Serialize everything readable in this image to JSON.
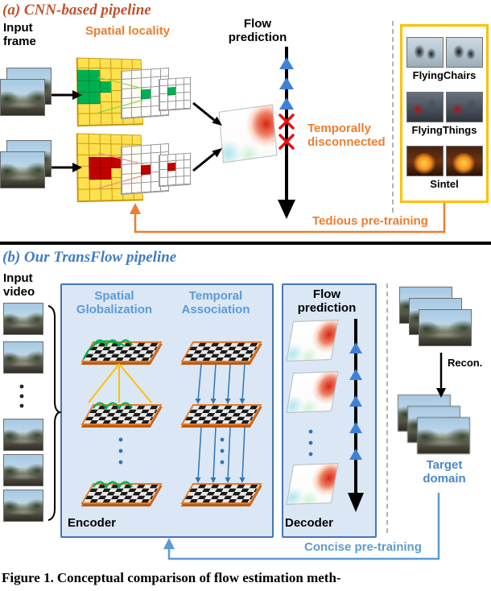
{
  "panel_a": {
    "title": "(a) CNN-based pipeline",
    "input_label": "Input frame",
    "spatial_locality_label": "Spatial locality",
    "flow_prediction_label": "Flow prediction",
    "temporally_disconnected_label": "Temporally disconnected",
    "pretraining_label": "Tedious pre-training",
    "datasets": [
      {
        "label": "FlyingChairs"
      },
      {
        "label": "FlyingThings"
      },
      {
        "label": "Sintel"
      }
    ]
  },
  "panel_b": {
    "title": "(b) Our TransFlow pipeline",
    "input_label": "Input video",
    "spatial_globalization_label": "Spatial Globalization",
    "temporal_association_label": "Temporal Association",
    "encoder_label": "Encoder",
    "flow_prediction_label": "Flow prediction",
    "decoder_label": "Decoder",
    "recon_label": "Recon.",
    "target_domain_label": "Target domain",
    "pretraining_label": "Concise pre-training"
  },
  "caption": {
    "figure_label": "Figure 1.",
    "text": "Conceptual comparison of flow estimation meth-"
  },
  "colors": {
    "orange_accent": "#ee7d2e",
    "blue_accent": "#5b9bd5",
    "panel_a_title": "#c0522a",
    "panel_b_title": "#3f7cc4",
    "dataset_box_border": "#ffc000",
    "pipeline_box_border": "#4576b5",
    "green_cell": "#00b050",
    "red_cell": "#c00000",
    "grid_yellow": "#ffe14f",
    "flow_arrow_blue": "#3b82d8",
    "disconnect_red": "#e21414"
  }
}
